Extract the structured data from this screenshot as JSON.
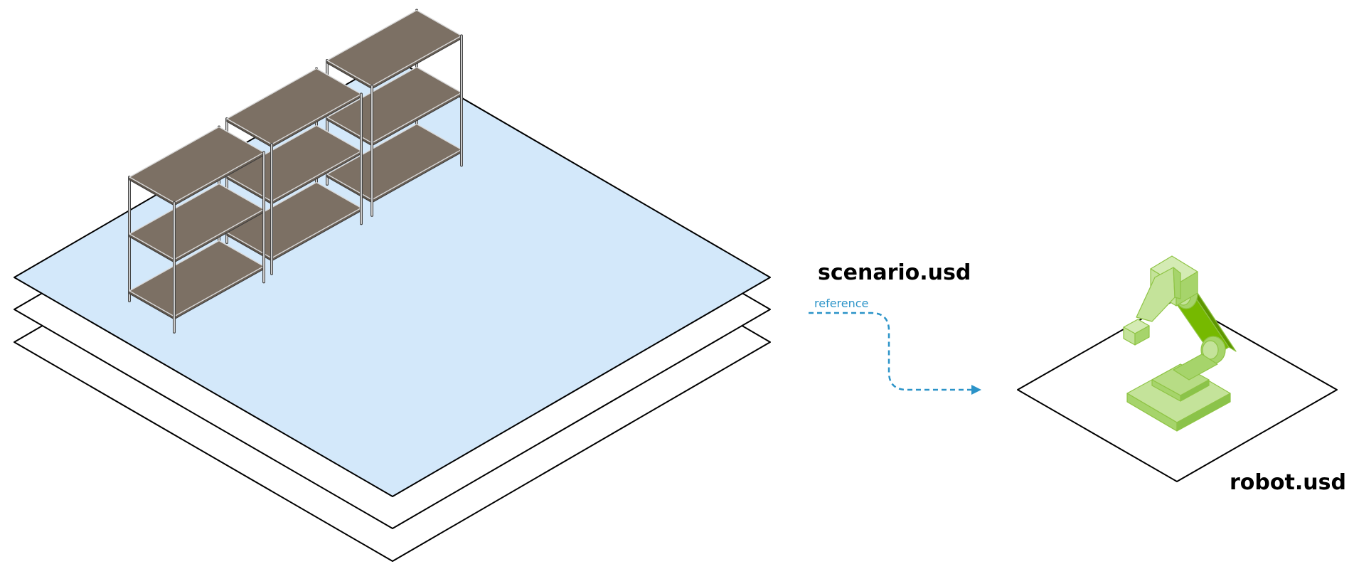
{
  "diagram": {
    "scenario_label": "scenario.usd",
    "robot_label": "robot.usd",
    "reference_label": "reference"
  },
  "colors": {
    "stage_fill": "#d3e8fa",
    "outline": "#000000",
    "shelf_surface": "#7c7064",
    "shelf_frame": "#ececec",
    "reference_arrow": "#2b93c8",
    "robot_light": "#c4e39a",
    "robot_mid": "#a6d46b",
    "robot_dark": "#76b900"
  }
}
